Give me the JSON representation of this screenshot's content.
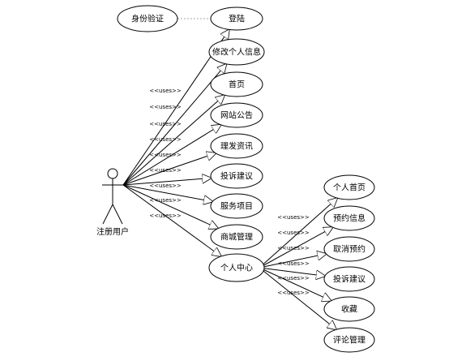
{
  "actor": {
    "label": "注册用户"
  },
  "stereotype": "<<uses>>",
  "include_node": {
    "label": "身份验证"
  },
  "primary_use_cases": [
    {
      "id": "login",
      "label": "登陆"
    },
    {
      "id": "edit-profile",
      "label": "修改个人信息"
    },
    {
      "id": "home",
      "label": "首页"
    },
    {
      "id": "site-notice",
      "label": "网站公告"
    },
    {
      "id": "news",
      "label": "理发资讯"
    },
    {
      "id": "complaint",
      "label": "投诉建议"
    },
    {
      "id": "services",
      "label": "服务项目"
    },
    {
      "id": "mall",
      "label": "商城管理"
    },
    {
      "id": "personal-center",
      "label": "个人中心"
    }
  ],
  "sub_use_cases": [
    {
      "id": "personal-home",
      "label": "个人首页"
    },
    {
      "id": "booking-info",
      "label": "预约信息"
    },
    {
      "id": "cancel-booking",
      "label": "取消预约"
    },
    {
      "id": "sub-complaint",
      "label": "投诉建议"
    },
    {
      "id": "favorites",
      "label": "收藏"
    },
    {
      "id": "comment-manage",
      "label": "评论管理"
    }
  ],
  "colors": {
    "stroke": "#000000",
    "fill": "#ffffff",
    "dashed": "#888888"
  }
}
